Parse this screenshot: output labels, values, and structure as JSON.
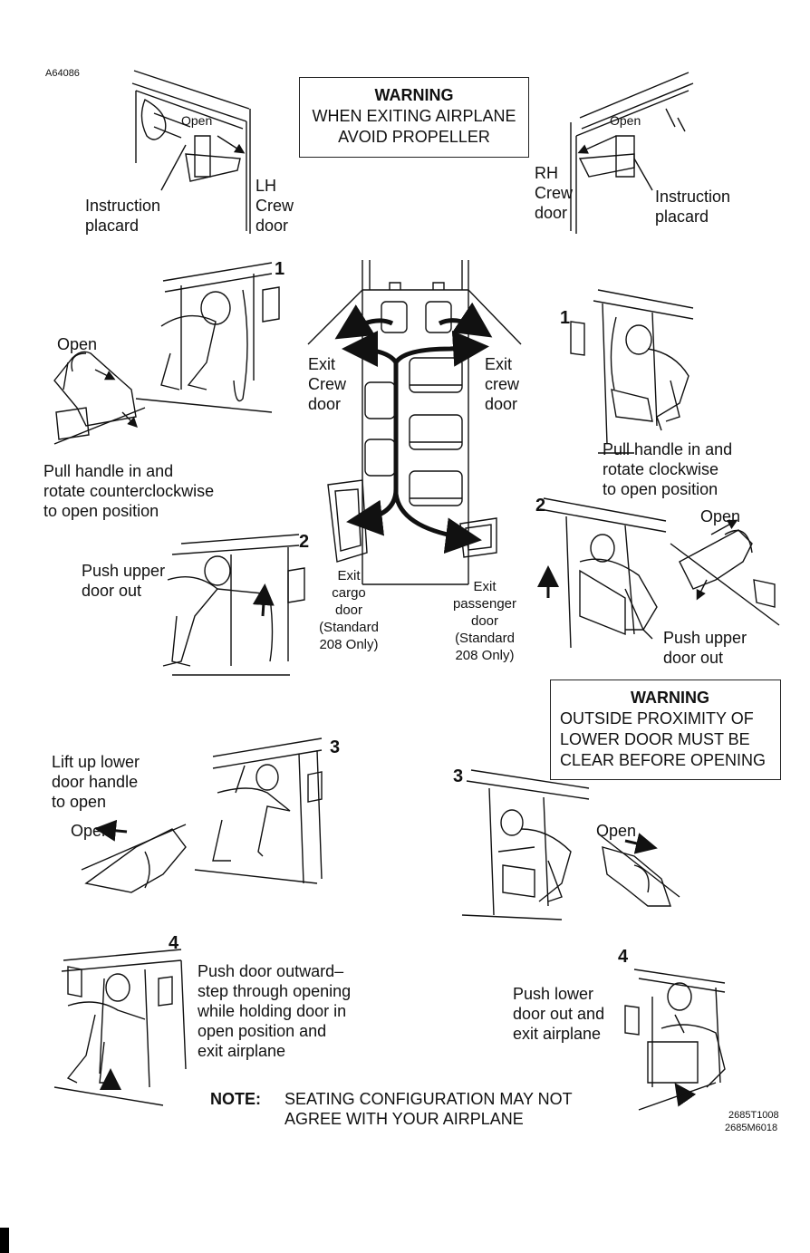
{
  "figure_id": "A64086",
  "warning_propeller": {
    "title": "WARNING",
    "body": "WHEN EXITING AIRPLANE\nAVOID PROPELLER"
  },
  "warning_lower_door": {
    "title": "WARNING",
    "body": "OUTSIDE PROXIMITY OF\nLOWER DOOR MUST BE\nCLEAR BEFORE OPENING"
  },
  "top_left": {
    "open": "Open",
    "placard": "Instruction\nplacard",
    "door": "LH\nCrew\ndoor"
  },
  "top_right": {
    "open": "Open",
    "placard": "Instruction\nplacard",
    "door": "RH\nCrew\ndoor"
  },
  "left_steps": {
    "step1_num": "1",
    "step1_open": "Open",
    "step1_text": "Pull handle in and\nrotate counterclockwise\nto open position",
    "step2_num": "2",
    "step2_text": "Push upper\ndoor out",
    "step3_num": "3",
    "step3_text": "Lift up lower\ndoor handle\nto open",
    "step3_open": "Open",
    "step4_num": "4",
    "step4_text": "Push door outward–\nstep through opening\nwhile holding door in\nopen position and\nexit airplane"
  },
  "right_steps": {
    "step1_num": "1",
    "step1_text": "Pull handle in and\nrotate clockwise\nto open position",
    "step2_num": "2",
    "step2_open": "Open",
    "step2_text": "Push upper\ndoor out",
    "step3_num": "3",
    "step3_open": "Open",
    "step4_num": "4",
    "step4_text": "Push lower\ndoor out and\nexit airplane"
  },
  "cabin": {
    "exit_crew_left": "Exit\nCrew\ndoor",
    "exit_crew_right": "Exit\ncrew\ndoor",
    "exit_cargo": "Exit\ncargo\ndoor\n(Standard\n208 Only)",
    "exit_passenger": "Exit\npassenger\ndoor\n(Standard\n208 Only)"
  },
  "note": {
    "label": "NOTE:",
    "text": "SEATING CONFIGURATION MAY NOT\nAGREE WITH YOUR AIRPLANE"
  },
  "codes": {
    "code1": "2685T1008",
    "code2": "2685M6018"
  }
}
